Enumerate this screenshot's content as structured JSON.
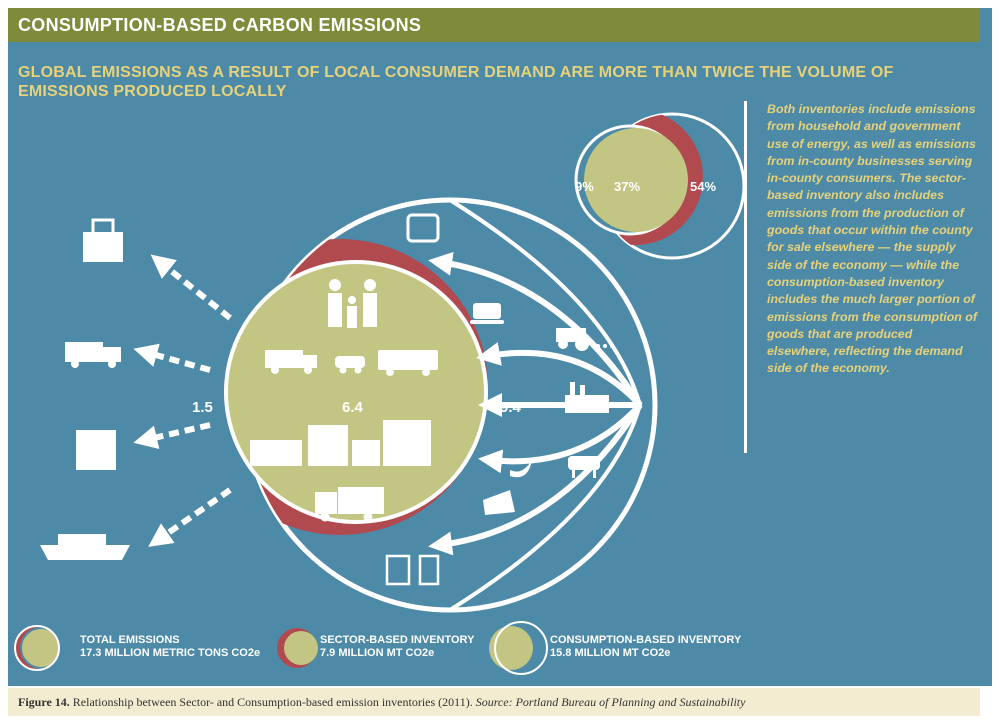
{
  "header": {
    "title": "CONSUMPTION-BASED CARBON EMISSIONS"
  },
  "subheading": "GLOBAL EMISSIONS AS A RESULT OF LOCAL CONSUMER DEMAND ARE MORE THAN TWICE THE VOLUME OF EMISSIONS PRODUCED LOCALLY",
  "sidebar": {
    "text": "Both inventories include emissions from household and government use of energy, as well as emissions from in-county businesses serving in-county consumers. The sector-based inventory also includes emissions from the production of goods that occur within the county for sale elsewhere — the supply side of the economy — while the consumption-based inventory includes the much larger portion of emissions from the consumption of goods that are produced elsewhere, reflecting the demand side of the economy."
  },
  "small_diagram": {
    "left_pct": "9%",
    "mid_pct": "37%",
    "right_pct": "54%"
  },
  "big_diagram": {
    "left_value": "1.5",
    "mid_value": "6.4",
    "right_value": "9.4"
  },
  "legend": [
    {
      "line1": "TOTAL EMISSIONS",
      "line2": "17.3 MILLION METRIC TONS CO2e"
    },
    {
      "line1": "SECTOR-BASED INVENTORY",
      "line2": "7.9 MILLION MT CO2e"
    },
    {
      "line1": "CONSUMPTION-BASED INVENTORY",
      "line2": "15.8 MILLION MT CO2e"
    }
  ],
  "caption": {
    "figure": "Figure 14.",
    "text": "Relationship between Sector- and Consumption-based emission inventories (2011).",
    "source": "Source: Portland Bureau of Planning and Sustainability"
  },
  "colors": {
    "background": "#4d8aa8",
    "header": "#7f8b3a",
    "green": "#c2c682",
    "red": "#b04a4f",
    "accent_text": "#e7d27a",
    "caption_bg": "#f4ecd0"
  },
  "icons": {
    "outgoing": [
      "bag-icon",
      "truck-icon",
      "chip-icon",
      "ship-icon"
    ],
    "inner": [
      "family-icon",
      "truck-icon",
      "car-icon",
      "bus-icon",
      "houses-icon",
      "garbage-truck-icon"
    ],
    "incoming": [
      "armchair-icon",
      "coffee-cup-icon",
      "tractor-icon",
      "factory-icon",
      "cow-icon",
      "banana-icon",
      "cheese-icon",
      "clothes-icon"
    ]
  }
}
